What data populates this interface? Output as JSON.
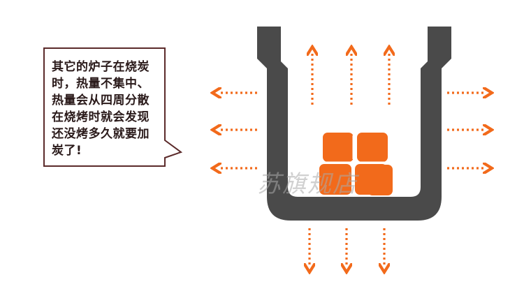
{
  "speech_bubble": {
    "text": "其它的炉子在烧炭\n时，热量不集中、\n热量会从四周分散\n在烧烤时就会发现\n还没烤多久就要加\n炭了!"
  },
  "watermark": {
    "text": "苏旗规店"
  },
  "colors": {
    "stove_wall": "#4a4a4a",
    "arrow": "#f26a1b",
    "charcoal": "#f26a1b",
    "bubble_border": "#5b2a2a"
  },
  "icons": {
    "heat_arrow": "dotted-arrow",
    "charcoal": "charcoal-briquette-icon"
  }
}
